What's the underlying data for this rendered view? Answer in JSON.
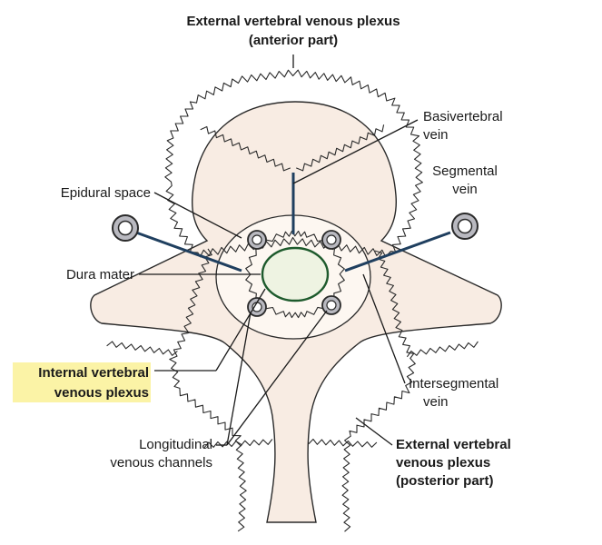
{
  "labels": {
    "ext_anterior_line1": "External vertebral venous plexus",
    "ext_anterior_line2": "(anterior part)",
    "basivertebral_line1": "Basivertebral",
    "basivertebral_line2": "vein",
    "segmental_line1": "Segmental",
    "segmental_line2": "vein",
    "epidural_space": "Epidural space",
    "dura_mater": "Dura mater",
    "internal_line1": "Internal vertebral",
    "internal_line2": "venous plexus",
    "intersegmental_line1": "Intersegmental",
    "intersegmental_line2": "vein",
    "longitudinal_line1": "Longitudinal",
    "longitudinal_line2": "venous channels",
    "ext_posterior_line1": "External vertebral",
    "ext_posterior_line2": "venous plexus",
    "ext_posterior_line3": "(posterior part)"
  },
  "colors": {
    "bone_fill": "#f8ece3",
    "cord_fill": "#eef3e2",
    "cord_stroke": "#1d5a2c",
    "highlight": "#fbf3a6",
    "vein_stroke": "#1f3f5f",
    "ring_fill": "#b9b9c0"
  }
}
